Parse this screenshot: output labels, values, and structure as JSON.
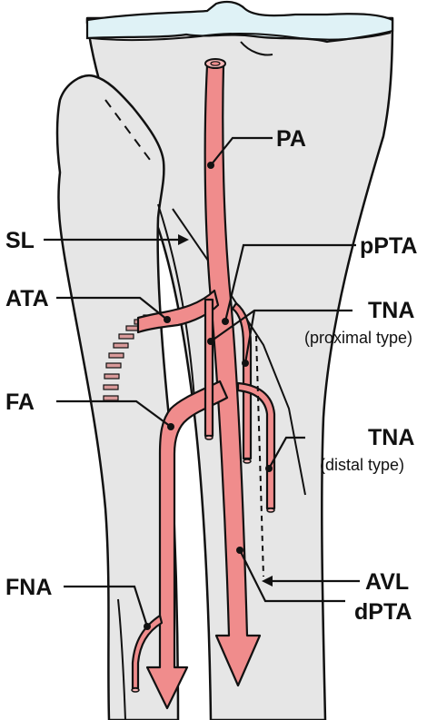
{
  "labels": {
    "pa": "PA",
    "sl": "SL",
    "pPTA": "pPTA",
    "ata": "ATA",
    "tna_proximal": "TNA",
    "tna_proximal_sub": "(proximal type)",
    "fa": "FA",
    "tna_distal": "TNA",
    "tna_distal_sub": "(distal type)",
    "avl": "AVL",
    "fna": "FNA",
    "dPTA": "dPTA"
  },
  "colors": {
    "bone": "#e6e6e6",
    "cartilage": "#dff2f6",
    "artery": "#f08c8c",
    "outline": "#111111"
  }
}
